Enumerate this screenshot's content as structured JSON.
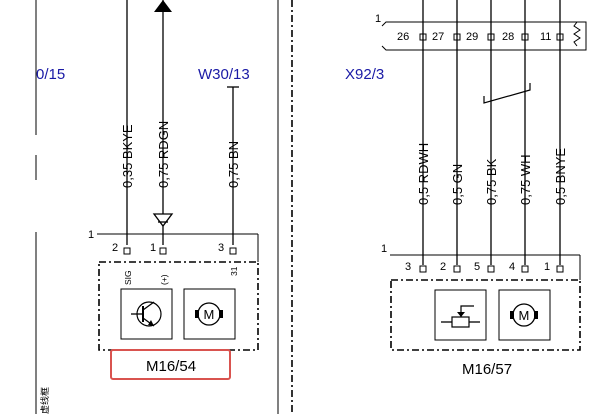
{
  "refs": {
    "left": "0/15",
    "mid": "W30/13",
    "right": "X92/3"
  },
  "connector_x92": {
    "mark": "1",
    "pins": [
      "26",
      "27",
      "29",
      "28",
      "11"
    ]
  },
  "wires_left": [
    {
      "label": "0,35 BKYE"
    },
    {
      "label": "0,75 RDGN"
    },
    {
      "label": "0,75 BN"
    }
  ],
  "wires_right": [
    {
      "label": "0,5 RDWH"
    },
    {
      "label": "0,5 GN"
    },
    {
      "label": "0,75 BK"
    },
    {
      "label": "0,75 WH"
    },
    {
      "label": "0,5 BNYE"
    }
  ],
  "m16_54": {
    "mark": "1",
    "pins": [
      "2",
      "1",
      "3"
    ],
    "sub": [
      "SIG",
      "(+)",
      "31"
    ],
    "label": "M16/54",
    "highlight_color": "#d9534f"
  },
  "m16_57": {
    "mark": "1",
    "pins": [
      "3",
      "2",
      "5",
      "4",
      "1"
    ],
    "label": "M16/57"
  },
  "corner_text": "虚线框"
}
